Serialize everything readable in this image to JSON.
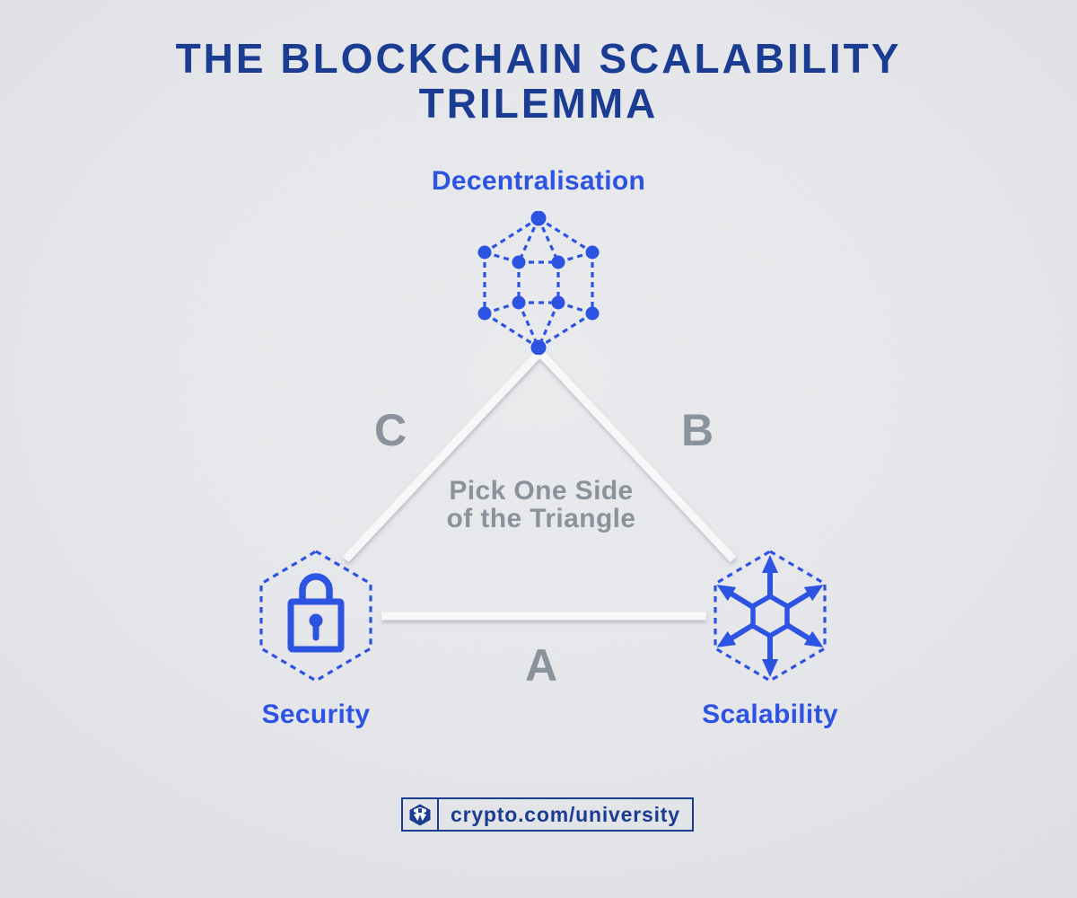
{
  "title": {
    "line1": "THE BLOCKCHAIN SCALABILITY",
    "line2": "TRILEMMA"
  },
  "triangle": {
    "vertex_top": {
      "label": "Decentralisation",
      "icon": "network-cube-icon"
    },
    "vertex_left": {
      "label": "Security",
      "icon": "padlock-icon"
    },
    "vertex_right": {
      "label": "Scalability",
      "icon": "expand-arrows-icon"
    },
    "side_left": "C",
    "side_right": "B",
    "side_bottom": "A",
    "center_note": {
      "line1": "Pick One Side",
      "line2": "of the Triangle"
    }
  },
  "footer": {
    "brand_text": "crypto.com/university",
    "logo": "crypto-com-logo"
  },
  "colors": {
    "navy": "#1a3c92",
    "blue": "#2d53e3",
    "gray": "#8a929c",
    "line_white": "#fcfcfd",
    "background": "#e8e9ec"
  }
}
